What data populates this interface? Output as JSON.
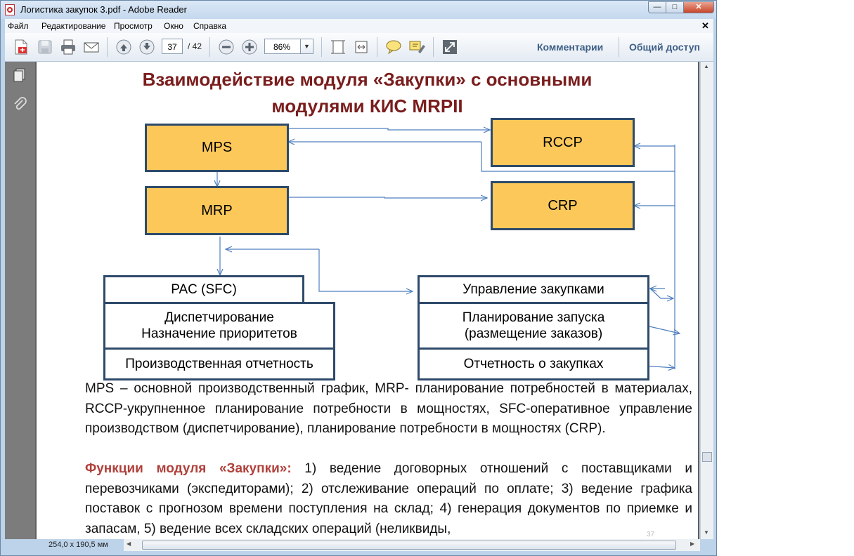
{
  "window": {
    "title": "Логистика закупок 3.pdf - Adobe Reader",
    "controls": {
      "minimize": "—",
      "maximize": "□",
      "close": "✕"
    }
  },
  "menu": {
    "items": [
      "Файл",
      "Редактирование",
      "Просмотр",
      "Окно",
      "Справка"
    ],
    "close": "✕"
  },
  "toolbar": {
    "page_current": "37",
    "page_total": "/ 42",
    "zoom": "86%",
    "comments_label": "Комментарии",
    "share_label": "Общий доступ"
  },
  "icons": [
    "create-pdf-icon",
    "save-icon",
    "print-icon",
    "email-icon",
    "prev-page-icon",
    "next-page-icon",
    "zoom-out-icon",
    "zoom-in-icon",
    "fit-page-icon",
    "fit-width-icon",
    "comment-icon",
    "highlight-icon",
    "fullscreen-icon",
    "pages-panel-icon",
    "attachments-icon"
  ],
  "slide": {
    "title_line1": "Взаимодействие модуля «Закупки» с основными",
    "title_line2": "модулями  КИС MRPII",
    "boxes": {
      "mps": "MPS",
      "rccp": "RCCP",
      "mrp": "MRP",
      "crp": "CRP",
      "pac": "PAC (SFC)",
      "dispatch_line1": "Диспетчирование",
      "dispatch_line2": "Назначение приоритетов",
      "prod_report": "Производственная отчетность",
      "purchase_mgmt": "Управление закупками",
      "launch_line1": "Планирование запуска",
      "launch_line2": "(размещение заказов)",
      "purchase_report": "Отчетность о закупках"
    },
    "paragraph1": "MPS – основной производственный график, MRP- планирование потребностей в материалах, RCCP-укрупненное планирование потребности  в мощностях, SFC-оперативное управление  производством (диспетчирование), планирование потребности в мощностях (CRP).",
    "functions_label": "Функции модуля «Закупки»:",
    "paragraph2": " 1) ведение договорных отношений с поставщиками и перевозчиками (экспедиторами); 2) отслеживание операций по оплате; 3) ведение графика поставок с прогнозом времени поступления на склад; 4) генерация документов по приемке и запасам, 5) ведение всех складских операций (неликвиды,",
    "page_number": "37"
  },
  "status": {
    "dimensions": "254,0 x 190,5 мм"
  },
  "colors": {
    "title": "#7a1d1d",
    "box_fill": "#fcc85a",
    "box_border": "#2e4a6a",
    "arrows": "#4f7fbf",
    "highlight_text": "#b0403a"
  }
}
